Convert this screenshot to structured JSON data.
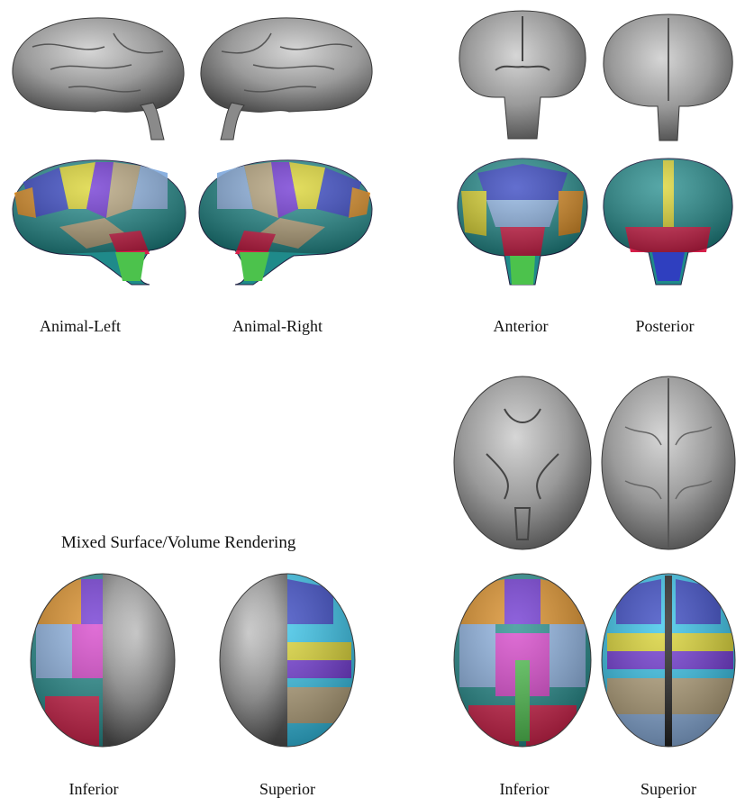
{
  "labels": {
    "animal_left": "Animal-Left",
    "animal_right": "Animal-Right",
    "anterior": "Anterior",
    "posterior": "Posterior",
    "inferior_mixed": "Inferior",
    "superior_mixed": "Superior",
    "inferior_atlas": "Inferior",
    "superior_atlas": "Superior"
  },
  "mixed_title": "Mixed Surface/Volume Rendering",
  "colors": {
    "surface_gray": "#8c8c8c",
    "teal": "#1f8a8a",
    "yellow": "#d9d22a",
    "blue": "#2f3fbf",
    "purple": "#6a2fd1",
    "light_blue": "#8ab0e0",
    "tan": "#b5a27a",
    "orange": "#d98a1f",
    "crimson": "#d61f4a",
    "cyan": "#2fc1e8",
    "green": "#4cc24c",
    "pink": "#d63fc9"
  }
}
